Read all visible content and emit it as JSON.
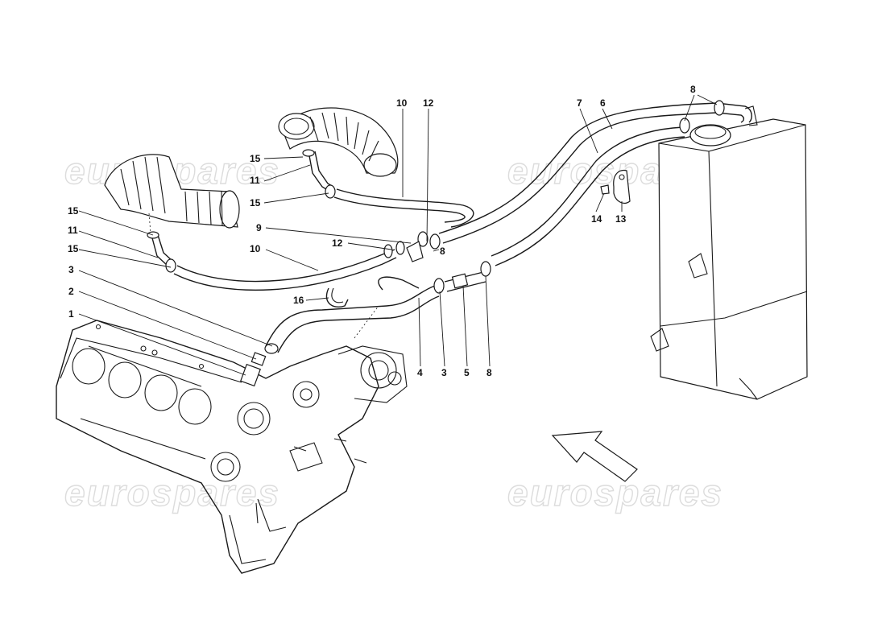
{
  "watermark": {
    "text": "eurospares",
    "color": "#dcdcdc"
  },
  "part_labels": [
    {
      "id": "l-1",
      "text": "1"
    },
    {
      "id": "l-2",
      "text": "2"
    },
    {
      "id": "l-3a",
      "text": "3"
    },
    {
      "id": "l-3b",
      "text": "3"
    },
    {
      "id": "l-4",
      "text": "4"
    },
    {
      "id": "l-5",
      "text": "5"
    },
    {
      "id": "l-6",
      "text": "6"
    },
    {
      "id": "l-7",
      "text": "7"
    },
    {
      "id": "l-8a",
      "text": "8"
    },
    {
      "id": "l-8b",
      "text": "8"
    },
    {
      "id": "l-8c",
      "text": "8"
    },
    {
      "id": "l-9",
      "text": "9"
    },
    {
      "id": "l-10a",
      "text": "10"
    },
    {
      "id": "l-10b",
      "text": "10"
    },
    {
      "id": "l-11a",
      "text": "11"
    },
    {
      "id": "l-11b",
      "text": "11"
    },
    {
      "id": "l-12a",
      "text": "12"
    },
    {
      "id": "l-12b",
      "text": "12"
    },
    {
      "id": "l-13",
      "text": "13"
    },
    {
      "id": "l-14",
      "text": "14"
    },
    {
      "id": "l-15a",
      "text": "15"
    },
    {
      "id": "l-15b",
      "text": "15"
    },
    {
      "id": "l-15c",
      "text": "15"
    },
    {
      "id": "l-15d",
      "text": "15"
    },
    {
      "id": "l-16",
      "text": "16"
    }
  ],
  "colors": {
    "line": "#1a1a1a",
    "background": "#ffffff"
  }
}
